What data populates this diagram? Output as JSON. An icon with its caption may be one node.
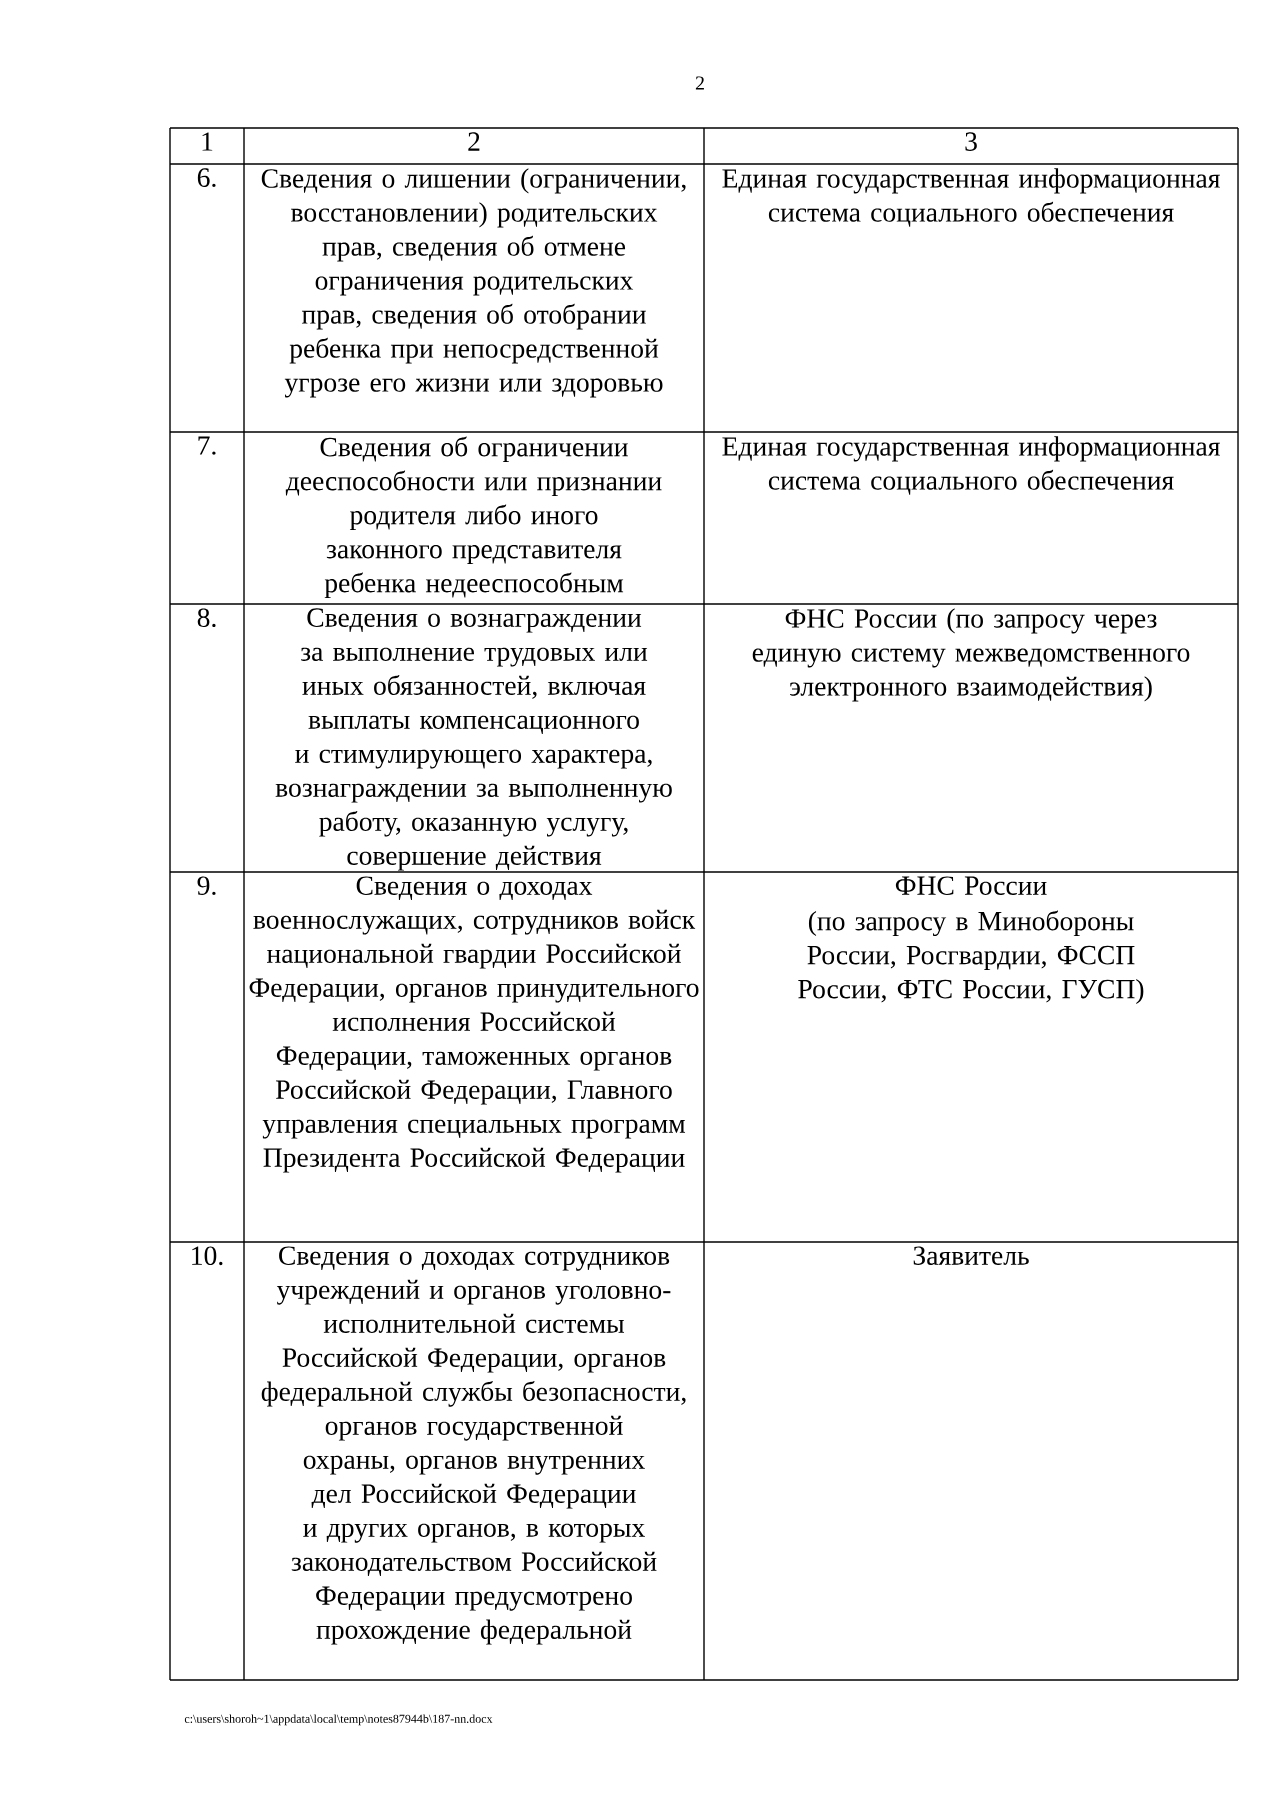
{
  "diagram": {
    "labels": [
      "2",
      "1",
      "2",
      "3",
      "6.",
      "Сведения о лишении (ограничении, восстановлении) родительских прав, сведения об отмене ограничения родительских прав, сведения об отобрании ребенка при непосредственной угрозе его жизни или здоровью",
      "Единая государственная информационная система социального обеспечения",
      "7.",
      "Сведения об ограничении дееспособности или признании родителя либо иного законного представителя ребенка недееспособным",
      "Единая государственная информационная система социального обеспечения",
      "8.",
      "Сведения о вознаграждении за выполнение трудовых или иных обязанностей, включая выплаты компенсационного и стимулирующего характера, вознаграждении за выполненную работу, оказанную услугу, совершение действия",
      "ФНС России (по запросу через единую систему межведомственного электронного взаимодействия)",
      "9.",
      "Сведения о доходах военнослужащих, сотрудников войск национальной гвардии Российской Федерации, органов принудительного исполнения Российской Федерации, таможенных органов Российской Федерации, Главного управления специальных программ Президента Российской Федерации",
      "ФНС России",
      "(по запросу в Минобороны России, Росгвардии, ФССП России, ФТС России, ГУСП)",
      "10.",
      "Сведения о доходах сотрудников учреждений и органов уголовно-исполнительной системы Российской Федерации, органов федеральной службы безопасности, органов государственной охраны, органов внутренних дел Российской Федерации и других органов, в которых законодательством Российской Федерации предусмотрено прохождение федеральной",
      "Заявитель",
      "c:\\users\\shoroh~1\\appdata\\local\\temp\\notes87944b\\187-nn.docx"
    ]
  }
}
